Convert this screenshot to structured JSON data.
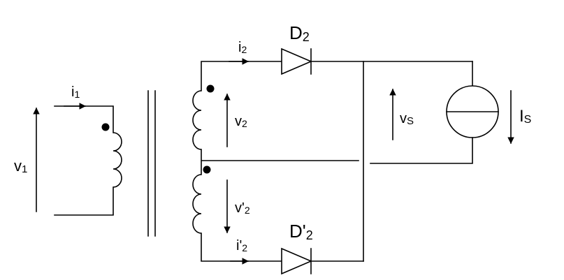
{
  "labels": {
    "v1": {
      "main": "v",
      "sub": "1"
    },
    "i1": {
      "main": "i",
      "sub": "1"
    },
    "i2": {
      "main": "i",
      "sub": "2"
    },
    "v2": {
      "main": "v",
      "sub": "2"
    },
    "v2p": {
      "main": "v'",
      "sub": "2"
    },
    "i2p": {
      "main": "i'",
      "sub": "2"
    },
    "d2": {
      "main": "D",
      "sub": "2"
    },
    "d2p": {
      "main": "D'",
      "sub": "2"
    },
    "vs": {
      "main": "v",
      "sub": "S"
    },
    "is": {
      "main": "I",
      "sub": "S"
    }
  }
}
